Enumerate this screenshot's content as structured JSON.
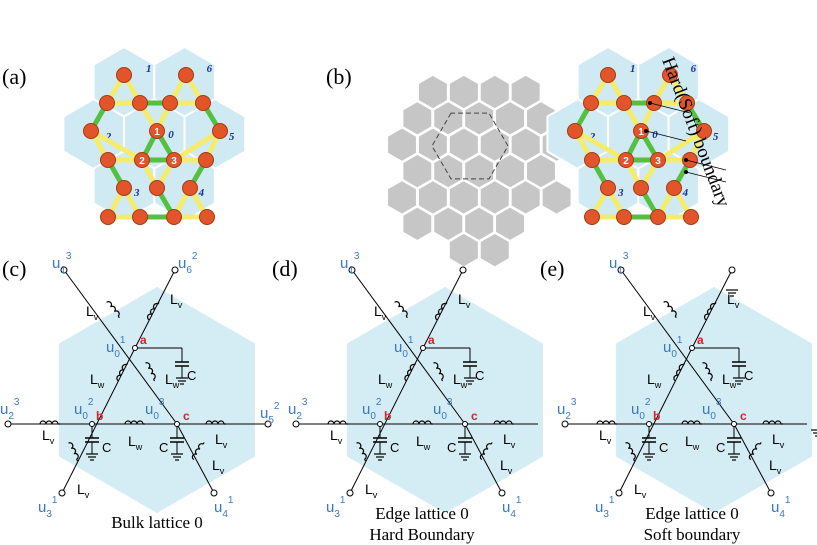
{
  "panels": {
    "a": "(a)",
    "b": "(b)",
    "c": "(c)",
    "d": "(d)",
    "e": "(e)"
  },
  "hex_numbers": [
    "1",
    "6",
    "2",
    "0",
    "5",
    "3",
    "4"
  ],
  "site_numbers": [
    "1",
    "2",
    "3"
  ],
  "boundary_label": "Hard(Soft) boundary",
  "captions": {
    "c": [
      "Bulk lattice 0"
    ],
    "d": [
      "Edge lattice 0",
      "Hard Boundary"
    ],
    "e": [
      "Edge lattice 0",
      "Soft boundary"
    ]
  },
  "circuit": {
    "site_a": "a",
    "site_b": "b",
    "site_c": "c",
    "Lv": "L",
    "Lv_sub": "v",
    "Lw": "L",
    "Lw_sub": "w",
    "C": "C"
  },
  "nodes": {
    "u13": {
      "base": "u",
      "sub": "1",
      "sup": "3"
    },
    "u62": {
      "base": "u",
      "sub": "6",
      "sup": "2"
    },
    "u01": {
      "base": "u",
      "sub": "0",
      "sup": "1"
    },
    "u02": {
      "base": "u",
      "sub": "0",
      "sup": "2"
    },
    "u03": {
      "base": "u",
      "sub": "0",
      "sup": "3"
    },
    "u23": {
      "base": "u",
      "sub": "2",
      "sup": "3"
    },
    "u52": {
      "base": "u",
      "sub": "5",
      "sup": "2"
    },
    "u31": {
      "base": "u",
      "sub": "3",
      "sup": "1"
    },
    "u41": {
      "base": "u",
      "sub": "4",
      "sup": "1"
    }
  },
  "colors": {
    "hex_fill": "#cfeaf2",
    "yellow_bond": "#f4ec6a",
    "green_bond": "#55bf3f",
    "site_fill": "#e2552a",
    "site_stroke": "#a23a12",
    "num_blue": "#1b2f9f",
    "node_blue": "#3a78c8",
    "site_red": "#d0262a",
    "grey_hex": "#c6c6c6"
  }
}
